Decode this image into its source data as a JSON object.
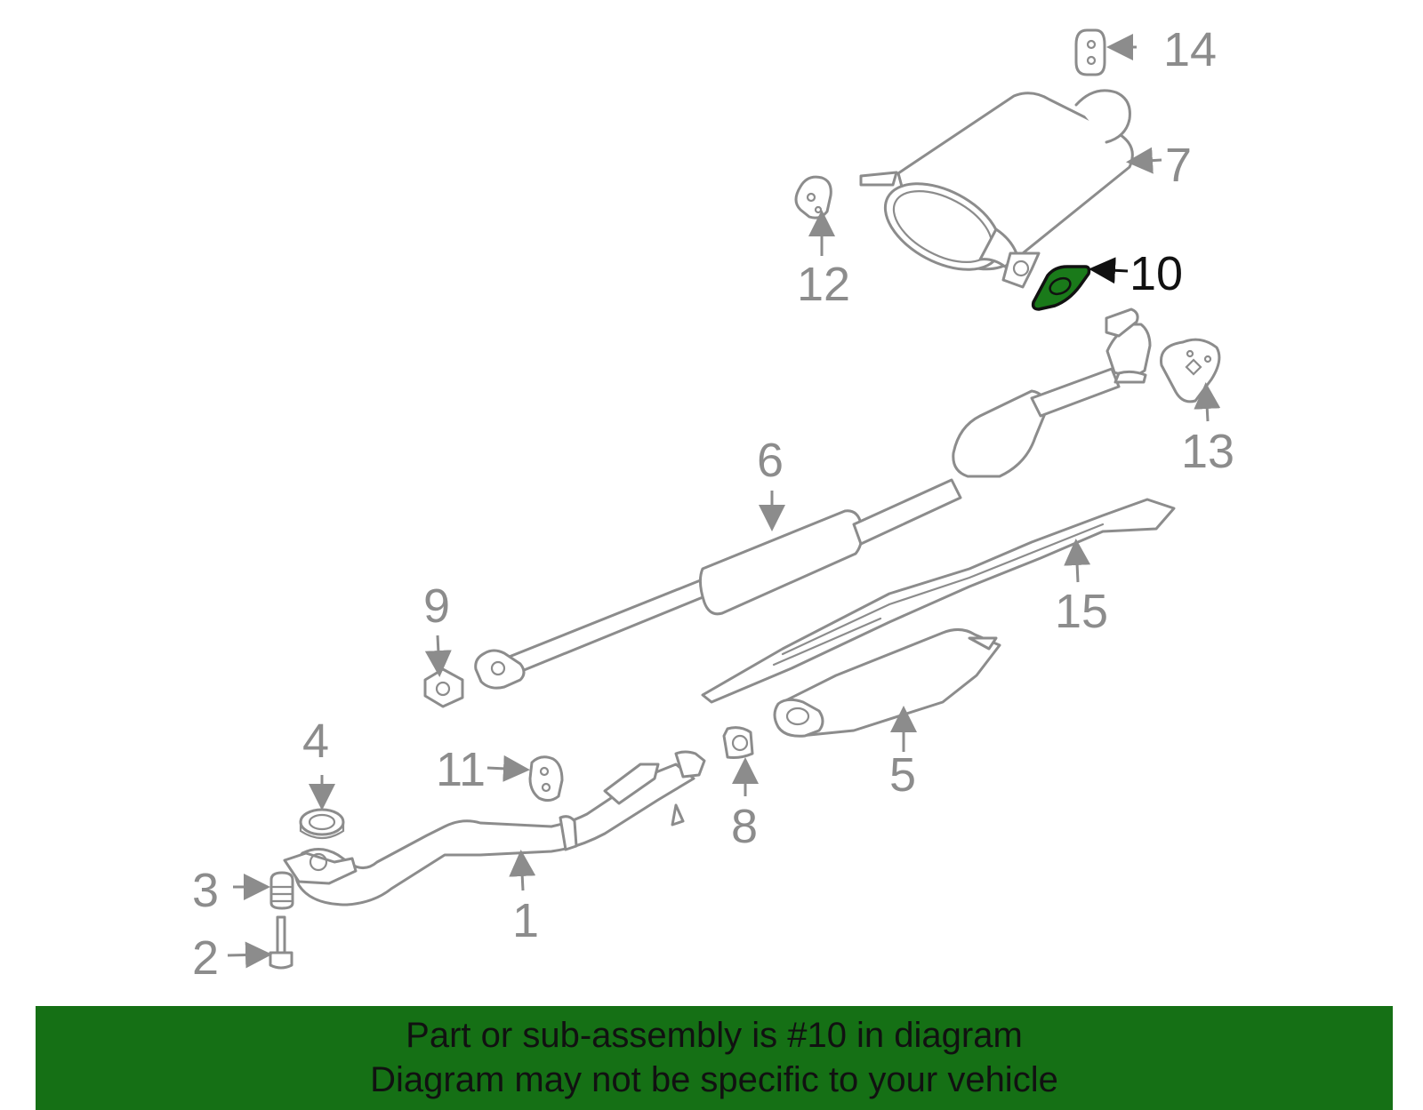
{
  "diagram": {
    "highlight_color": "#157015",
    "line_color": "#8c8c8c",
    "highlighted_part": "10",
    "callouts": {
      "p1": "1",
      "p2": "2",
      "p3": "3",
      "p4": "4",
      "p5": "5",
      "p6": "6",
      "p7": "7",
      "p8": "8",
      "p9": "9",
      "p10": "10",
      "p11": "11",
      "p12": "12",
      "p13": "13",
      "p14": "14",
      "p15": "15"
    }
  },
  "banner": {
    "line1": "Part or sub-assembly is #10 in diagram",
    "line2": "Diagram may not be specific to your vehicle"
  }
}
